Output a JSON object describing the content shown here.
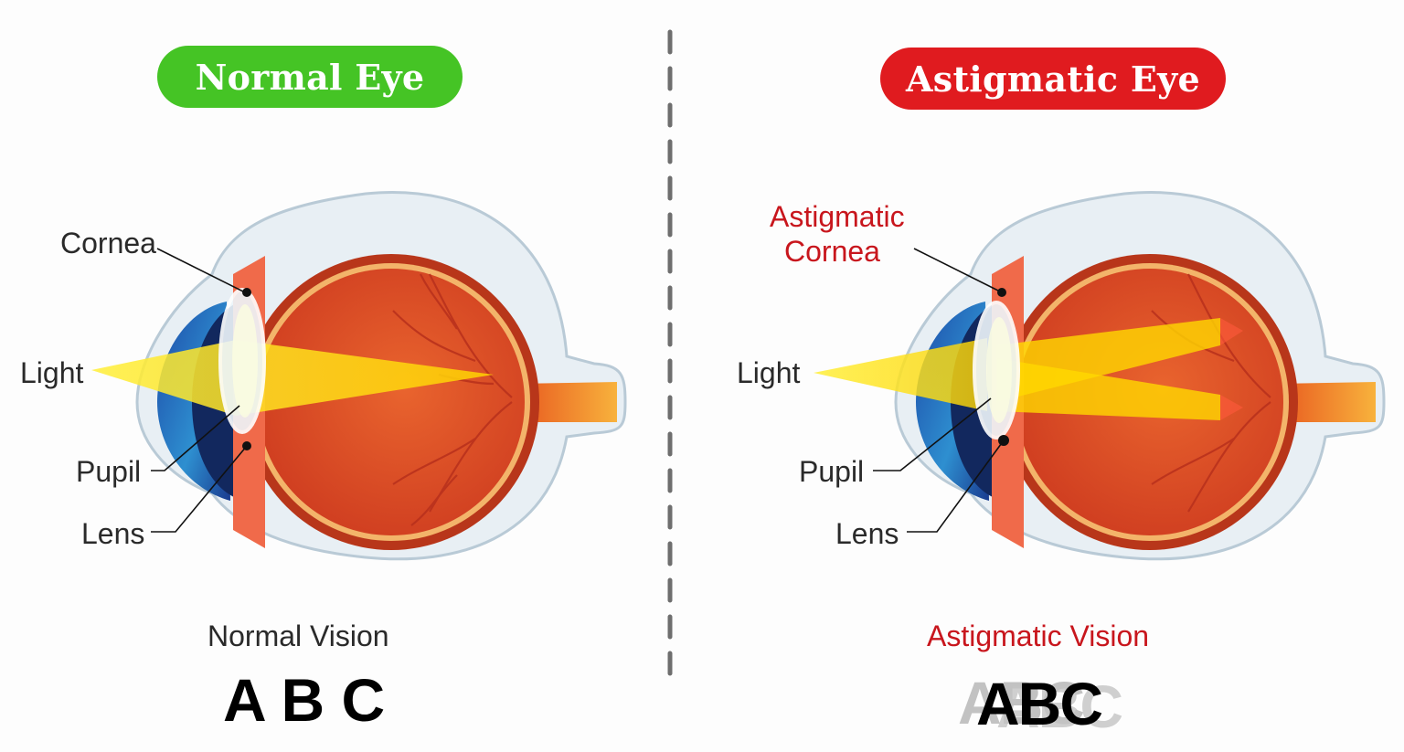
{
  "colors": {
    "normal_accent": "#45c425",
    "astig_accent": "#e01b1f",
    "label_red": "#c8161d",
    "label_dark": "#2a2a2a",
    "divider": "#6e6e6e"
  },
  "left_panel": {
    "title": "Normal Eye",
    "labels": {
      "cornea": "Cornea",
      "light": "Light",
      "pupil": "Pupil",
      "lens": "Lens"
    },
    "caption": "Normal Vision",
    "sample_text": "A B C"
  },
  "right_panel": {
    "title": "Astigmatic Eye",
    "labels": {
      "cornea_line1": "Astigmatic",
      "cornea_line2": "Cornea",
      "light": "Light",
      "pupil": "Pupil",
      "lens": "Lens"
    },
    "caption": "Astigmatic Vision",
    "sample_text": "ABC"
  }
}
